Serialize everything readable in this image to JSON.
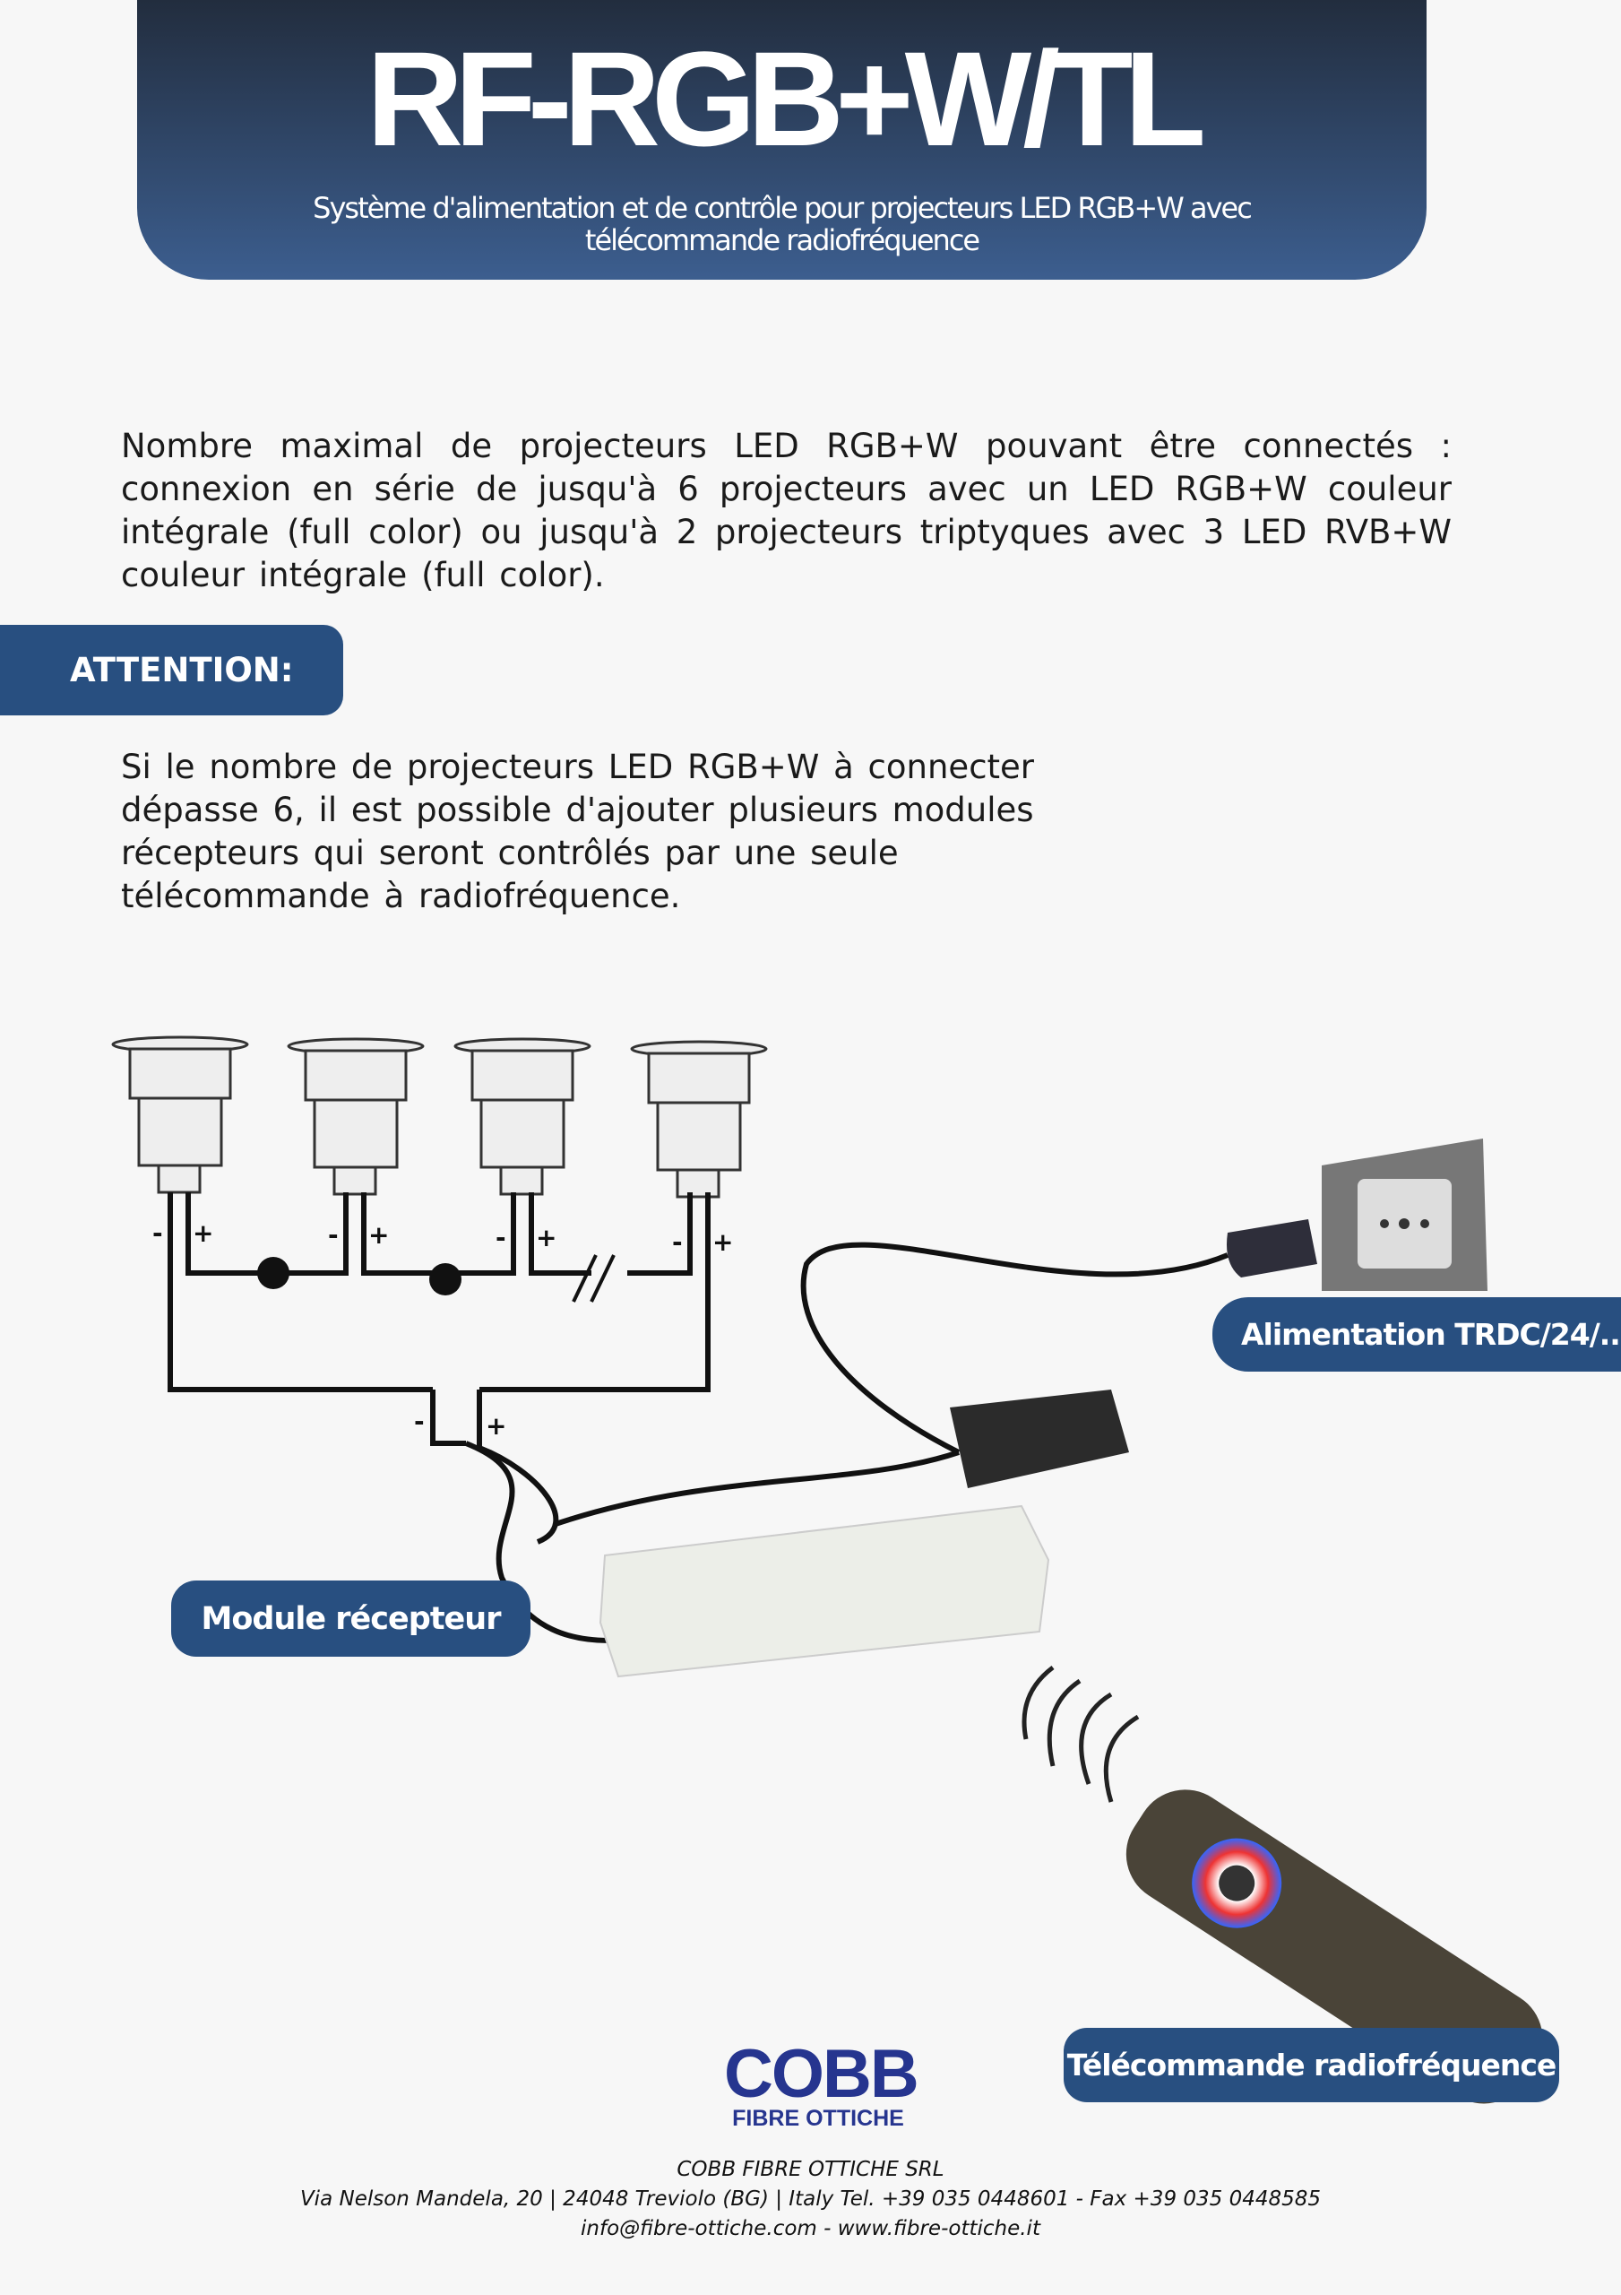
{
  "header": {
    "title": "RF-RGB+W/TL",
    "subtitle": "Système d'alimentation et de contrôle pour projecteurs LED RGB+W avec télécommande radiofréquence"
  },
  "intro": "Nombre maximal de projecteurs LED RGB+W pouvant être connectés : connexion en série de jusqu'à 6 projecteurs avec un LED RGB+W couleur intégrale (full color) ou jusqu'à 2 projecteurs triptyques avec 3 LED RVB+W couleur intégrale (full color).",
  "attention": {
    "label": "ATTENTION:",
    "text": "Si le nombre de projecteurs LED RGB+W à connecter dépasse 6, il est possible d'ajouter plusieurs modules récepteurs qui seront contrôlés par une seule télécommande à radiofréquence."
  },
  "diagram": {
    "labels": {
      "power": "Alimentation TRDC/24/...",
      "module": "Module récepteur",
      "remote": "Télécommande radiofréquence"
    },
    "polarity": {
      "minus": "-",
      "plus": "+"
    }
  },
  "logo": {
    "name": "COBB",
    "sub": "FIBRE OTTICHE"
  },
  "footer": {
    "company": "COBB FIBRE OTTICHE SRL",
    "address": "Via Nelson Mandela, 20 | 24048 Treviolo (BG) | Italy  Tel. +39 035 0448601 - Fax +39 035 0448585",
    "contact": "info@fibre-ottiche.com  - www.fibre-ottiche.it"
  }
}
